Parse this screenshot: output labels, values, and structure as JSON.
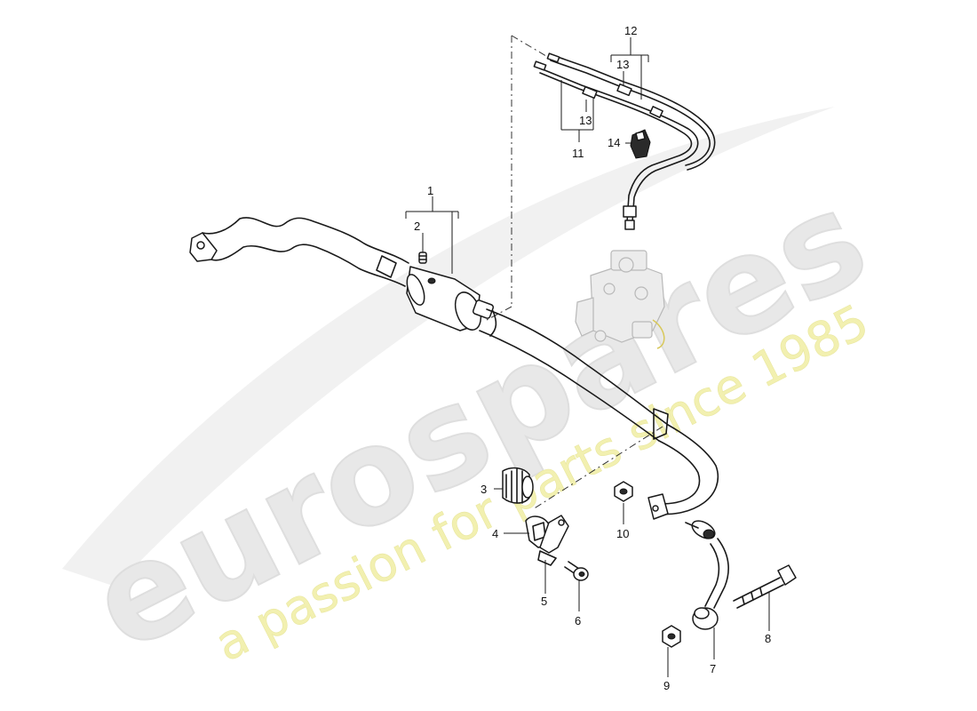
{
  "watermark": {
    "brand_text": "eurospares",
    "tagline": "a passion for parts since 1985",
    "brand_color": "#e6e6e6",
    "tagline_color": "#f3f1b2"
  },
  "callouts": [
    {
      "id": "1",
      "label": "1"
    },
    {
      "id": "2",
      "label": "2"
    },
    {
      "id": "3",
      "label": "3"
    },
    {
      "id": "4",
      "label": "4"
    },
    {
      "id": "5",
      "label": "5"
    },
    {
      "id": "6",
      "label": "6"
    },
    {
      "id": "7",
      "label": "7"
    },
    {
      "id": "8",
      "label": "8"
    },
    {
      "id": "9",
      "label": "9"
    },
    {
      "id": "10",
      "label": "10"
    },
    {
      "id": "11",
      "label": "11"
    },
    {
      "id": "12",
      "label": "12"
    },
    {
      "id": "13a",
      "label": "13"
    },
    {
      "id": "13b",
      "label": "13"
    },
    {
      "id": "14",
      "label": "14"
    }
  ]
}
